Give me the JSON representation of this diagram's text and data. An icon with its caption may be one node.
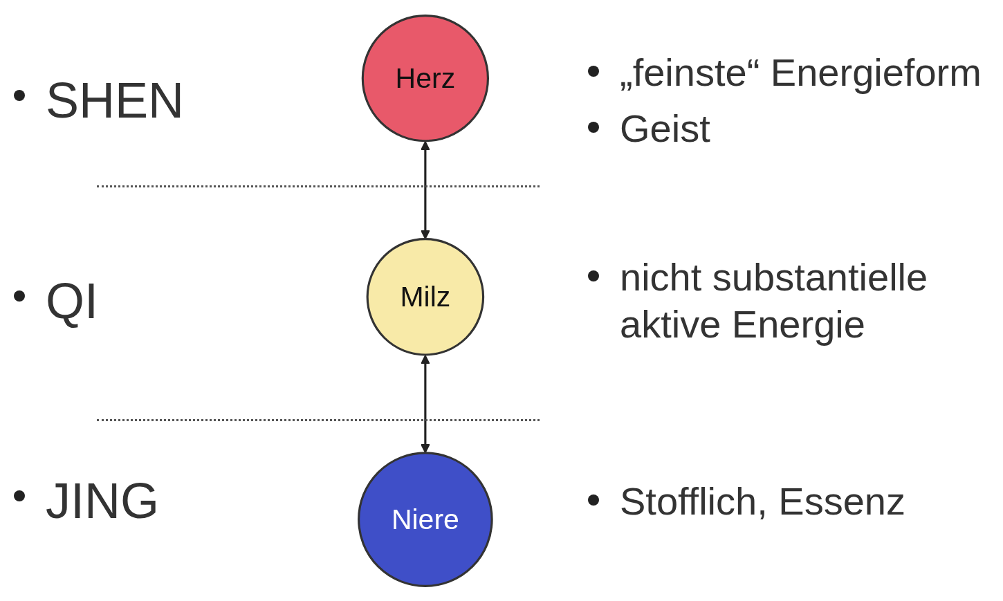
{
  "diagram": {
    "nodes": [
      {
        "text": [
          "Herz"
        ]
      },
      {
        "text": [
          "Milz"
        ]
      },
      {
        "text": [
          "Niere"
        ]
      }
    ],
    "edges": [
      {
        "from": 0,
        "to": 1,
        "arrow": "both"
      },
      {
        "from": 1,
        "to": 2,
        "arrow": "both"
      }
    ],
    "labels": [
      "SHEN",
      "„feinste“ Energieform",
      "Geist",
      "QI",
      "nicht substantielle aktive Energie",
      "JING",
      "Stofflich, Essenz"
    ]
  }
}
